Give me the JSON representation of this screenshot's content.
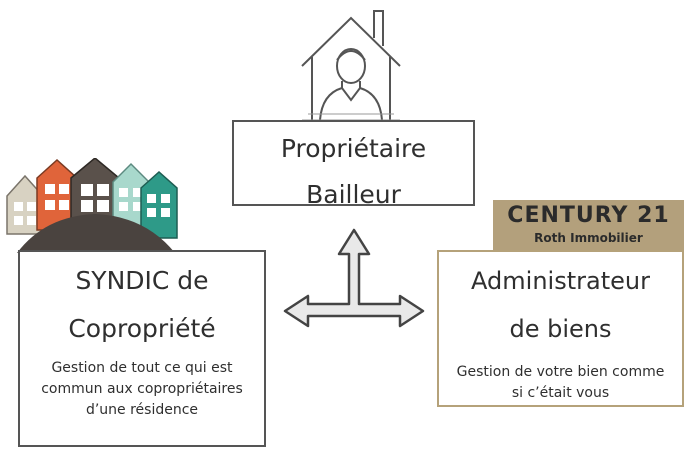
{
  "top_box": {
    "line1": "Propriétaire",
    "line2": "Bailleur"
  },
  "left_box": {
    "line1": "SYNDIC de",
    "line2": "Copropriété",
    "desc": "Gestion de tout ce qui est commun aux copropriétaires d’une résidence"
  },
  "right_box": {
    "line1": "Administrateur",
    "line2": "de biens",
    "desc": "Gestion de votre bien comme si c’était vous"
  },
  "badge": {
    "logo": "CENTURY 21",
    "subtitle": "Roth Immobilier"
  },
  "icons": [
    "house-person-icon",
    "houses-on-hill-icon",
    "three-way-arrow-icon"
  ],
  "colors": {
    "border_dark": "#555555",
    "gold": "#b3a07c",
    "hill": "#4a433f",
    "arrow": "#e9e9e9"
  }
}
